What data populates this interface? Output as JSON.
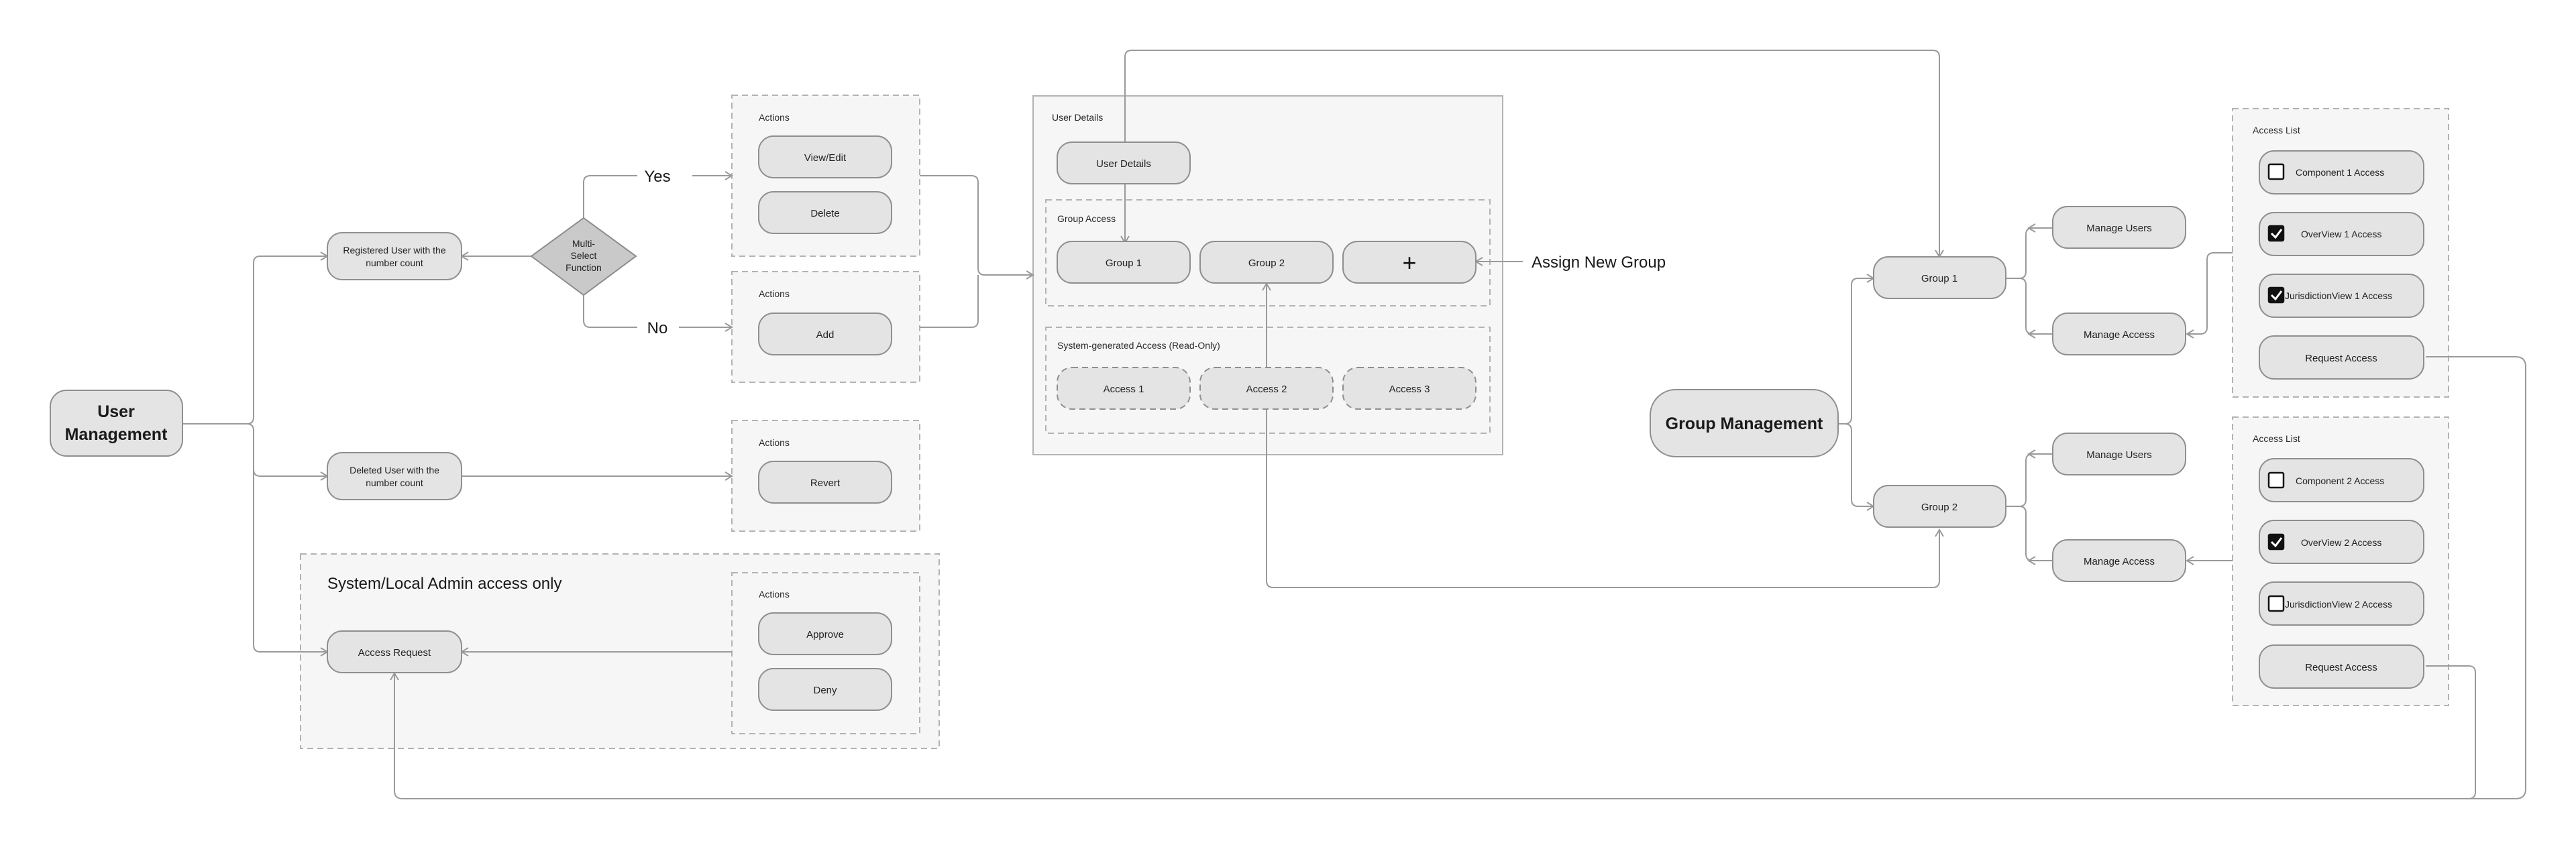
{
  "nodes": {
    "user_management": [
      "User",
      "Management"
    ],
    "registered_user": [
      "Registered User with the",
      "number count"
    ],
    "deleted_user": [
      "Deleted User with the",
      "number count"
    ],
    "multi_select": [
      "Multi-",
      "Select",
      "Function"
    ],
    "access_request": "Access Request",
    "yes": "Yes",
    "no": "No",
    "group_management": "Group Management",
    "group1": "Group 1",
    "group2": "Group 2",
    "assign_new_group": "Assign New Group"
  },
  "actions_registered_yes": {
    "title": "Actions",
    "items": [
      "View/Edit",
      "Delete"
    ]
  },
  "actions_registered_no": {
    "title": "Actions",
    "items": [
      "Add"
    ]
  },
  "actions_deleted": {
    "title": "Actions",
    "items": [
      "Revert"
    ]
  },
  "admin_area": {
    "title": "System/Local Admin access only",
    "actions_title": "Actions",
    "actions": [
      "Approve",
      "Deny"
    ]
  },
  "user_details_panel": {
    "title": "User Details",
    "user_details_button": "User Details",
    "group_access_title": "Group Access",
    "groups": [
      "Group 1",
      "Group 2"
    ],
    "add_symbol": "+",
    "system_access_title": "System-generated Access (Read-Only)",
    "system_access": [
      "Access 1",
      "Access 2",
      "Access 3"
    ]
  },
  "group1_options": [
    "Manage Users",
    "Manage Access"
  ],
  "group2_options": [
    "Manage Users",
    "Manage Access"
  ],
  "access_list_1": {
    "title": "Access List",
    "items": [
      {
        "label": "Component 1 Access",
        "checked": false
      },
      {
        "label": "OverView 1 Access",
        "checked": true
      },
      {
        "label": "JurisdictionView 1 Access",
        "checked": true
      }
    ],
    "request": "Request Access"
  },
  "access_list_2": {
    "title": "Access List",
    "items": [
      {
        "label": "Component 2 Access",
        "checked": false
      },
      {
        "label": "OverView 2 Access",
        "checked": true
      },
      {
        "label": "JurisdictionView 2 Access",
        "checked": false
      }
    ],
    "request": "Request Access"
  },
  "colors": {
    "node_fill": "#e4e4e4",
    "node_stroke": "#8f8f8f",
    "container_fill": "#f6f6f6",
    "edge": "#9a9a9a",
    "diamond_fill": "#c9c9c9"
  }
}
